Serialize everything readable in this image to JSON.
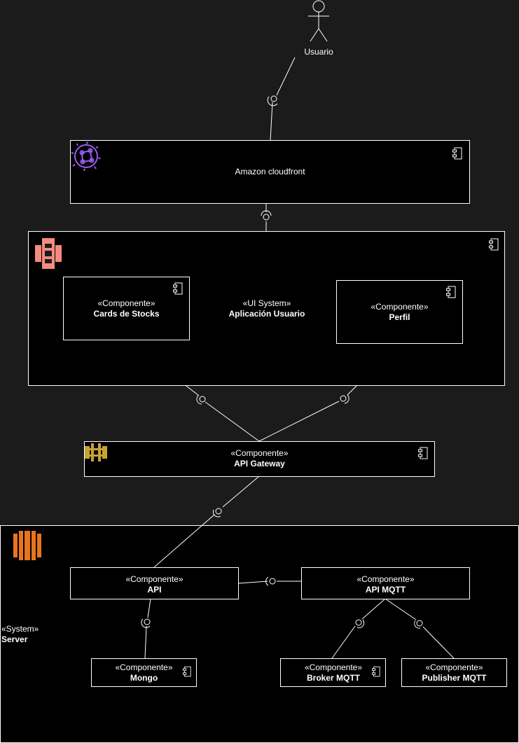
{
  "actor": {
    "label": "Usuario"
  },
  "cloudfront": {
    "title": "Amazon cloudfront",
    "icon": "cloudfront-icon"
  },
  "ui_system": {
    "stereotype": "«UI System»",
    "name": "Aplicación Usuario",
    "icon": "s3-bucket-icon"
  },
  "cards": {
    "stereotype": "«Componente»",
    "name": "Cards de Stocks"
  },
  "perfil": {
    "stereotype": "«Componente»",
    "name": "Perfil"
  },
  "gateway": {
    "stereotype": "«Componente»",
    "name": "API Gateway",
    "icon": "api-gateway-icon"
  },
  "server": {
    "stereotype": "«System»",
    "name": "Server",
    "icon": "ec2-icon"
  },
  "api": {
    "stereotype": "«Componente»",
    "name": "API"
  },
  "api_mqtt": {
    "stereotype": "«Componente»",
    "name": "API MQTT"
  },
  "mongo": {
    "stereotype": "«Componente»",
    "name": "Mongo"
  },
  "broker": {
    "stereotype": "«Componente»",
    "name": "Broker MQTT"
  },
  "publisher": {
    "stereotype": "«Componente»",
    "name": "Publisher MQTT"
  },
  "colors": {
    "background": "#1b1b1b",
    "box": "#000000",
    "line": "#ffffff",
    "cloudfront": "#9a5bf0",
    "s3": "#f58a7e",
    "gateway": "#c9a234",
    "ec2": "#e8741f"
  }
}
